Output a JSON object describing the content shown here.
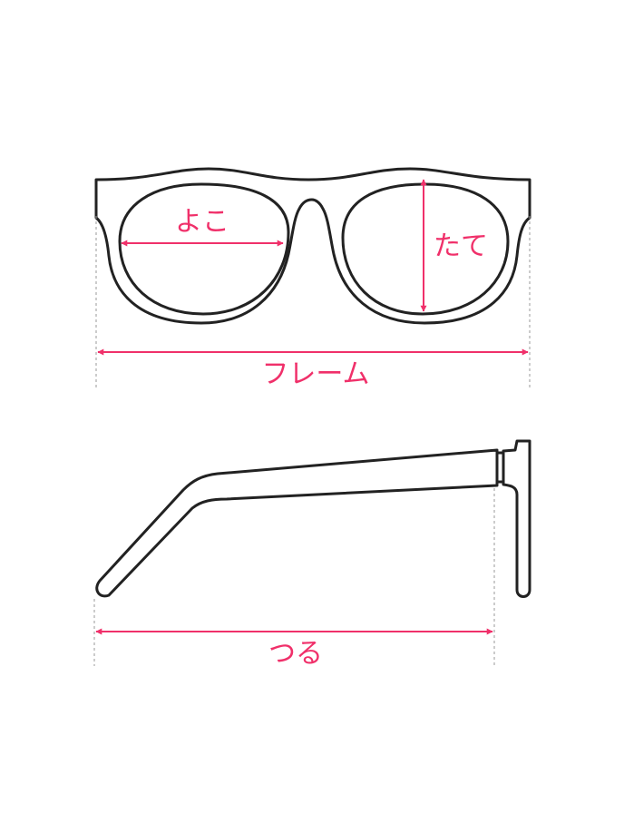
{
  "colors": {
    "accent": "#f0306a",
    "outline": "#222222",
    "guide": "#9a9a9a",
    "background": "#ffffff"
  },
  "labels": {
    "lens_width": "よこ",
    "lens_height": "たて",
    "frame_width": "フレーム",
    "temple_length": "つる"
  }
}
